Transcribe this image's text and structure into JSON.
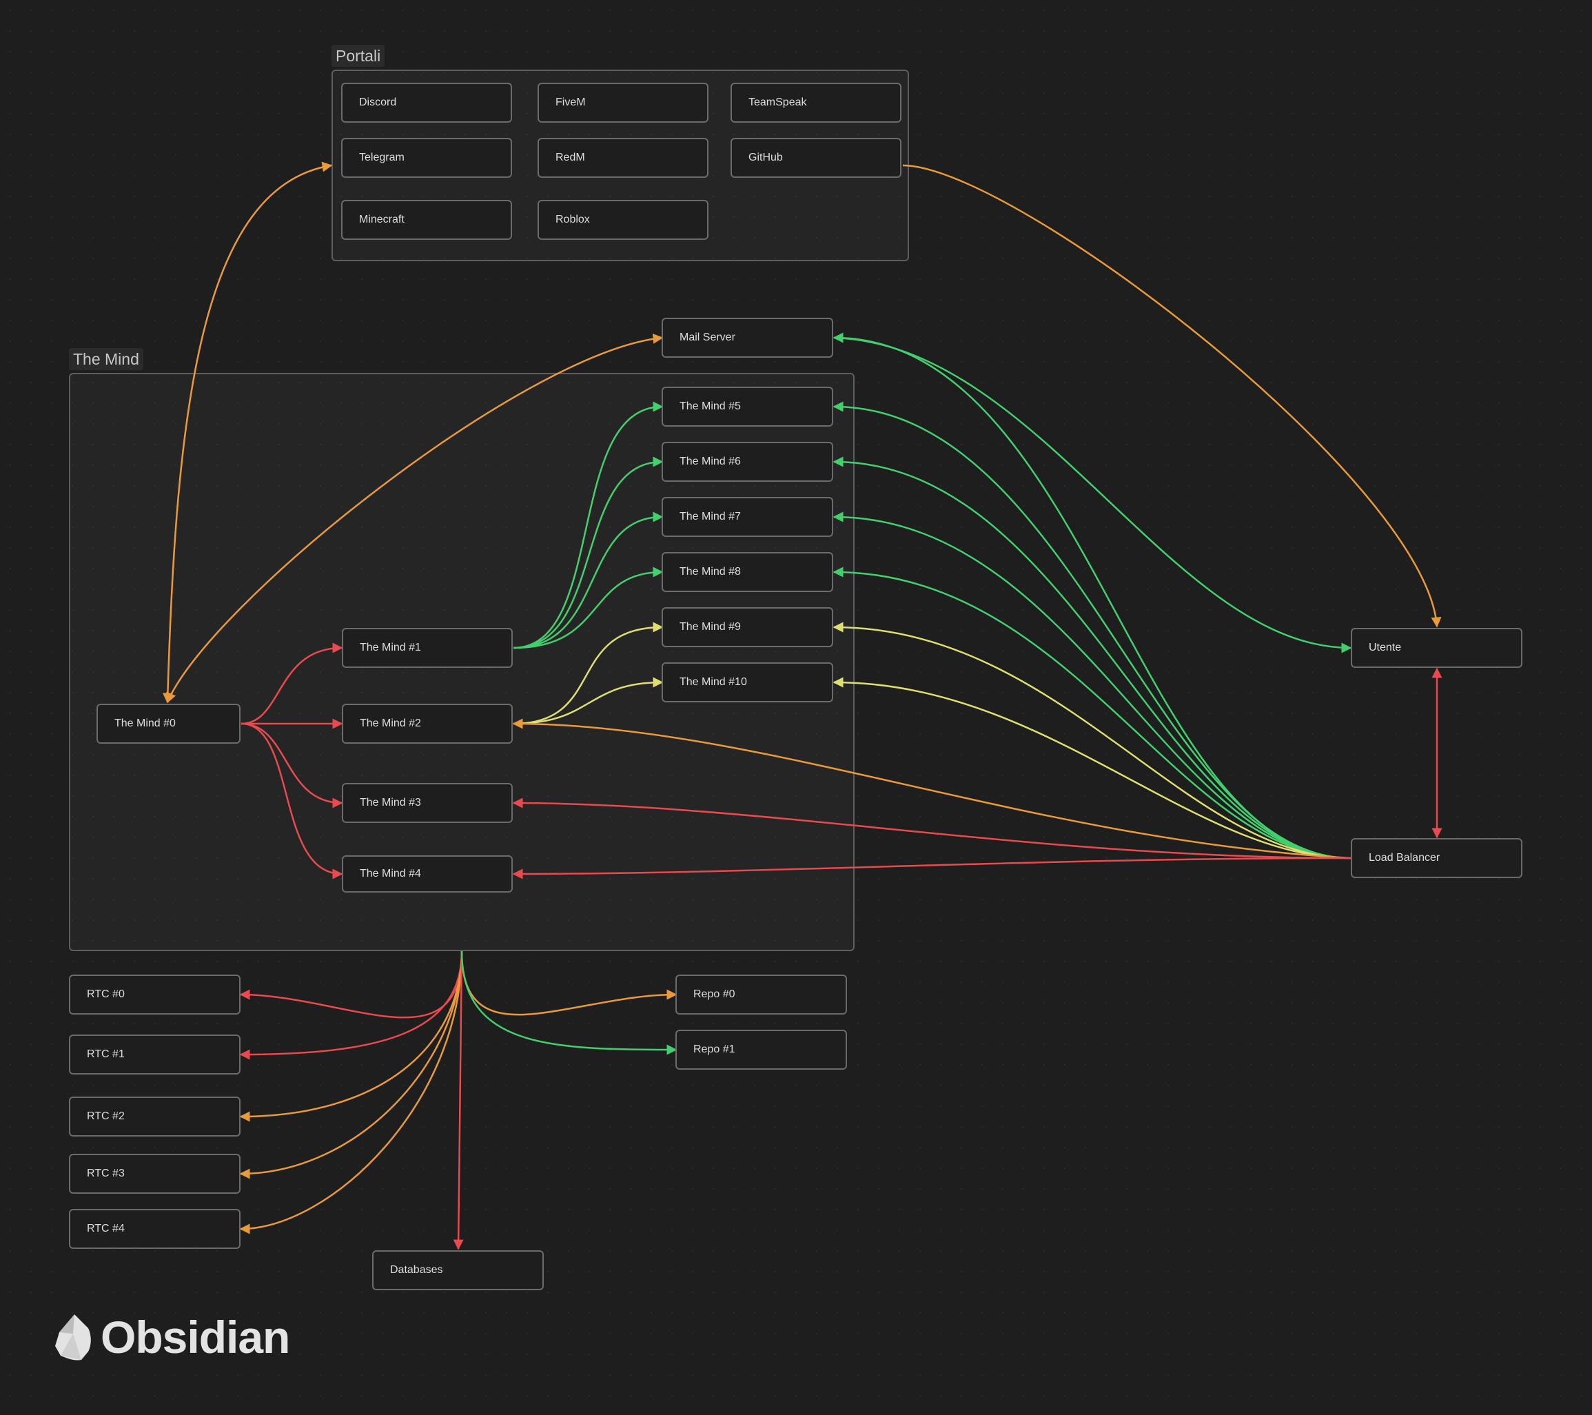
{
  "colors": {
    "background": "#1e1e1e",
    "red": "#e84a4f",
    "orange": "#e99a3a",
    "green": "#44cf6e",
    "yellow": "#e0de71",
    "node_border": "#6b6b6b"
  },
  "groups": {
    "portali": "Portali",
    "the_mind": "The Mind"
  },
  "nodes": {
    "discord": "Discord",
    "fivem": "FiveM",
    "teamspeak": "TeamSpeak",
    "telegram": "Telegram",
    "redm": "RedM",
    "github": "GitHub",
    "minecraft": "Minecraft",
    "roblox": "Roblox",
    "mail_server": "Mail Server",
    "mind0": "The Mind #0",
    "mind1": "The Mind #1",
    "mind2": "The Mind #2",
    "mind3": "The Mind #3",
    "mind4": "The Mind #4",
    "mind5": "The Mind #5",
    "mind6": "The Mind #6",
    "mind7": "The Mind #7",
    "mind8": "The Mind #8",
    "mind9": "The Mind #9",
    "mind10": "The Mind #10",
    "utente": "Utente",
    "load_balancer": "Load Balancer",
    "rtc0": "RTC #0",
    "rtc1": "RTC #1",
    "rtc2": "RTC #2",
    "rtc3": "RTC #3",
    "rtc4": "RTC #4",
    "repo0": "Repo #0",
    "repo1": "Repo #1",
    "databases": "Databases"
  },
  "logo": {
    "icon": "obsidian-gem-icon",
    "text": "Obsidian"
  },
  "edges": [
    {
      "from": "mind0",
      "to": "portali_group",
      "color": "orange",
      "arrows": "both"
    },
    {
      "from": "mind0",
      "to": "mail_server",
      "color": "orange",
      "arrows": "both"
    },
    {
      "from": "github",
      "to": "utente",
      "color": "orange",
      "arrows": "end"
    },
    {
      "from": "mind0",
      "to": "mind1",
      "color": "red",
      "arrows": "end"
    },
    {
      "from": "mind0",
      "to": "mind2",
      "color": "red",
      "arrows": "end"
    },
    {
      "from": "mind0",
      "to": "mind3",
      "color": "red",
      "arrows": "end"
    },
    {
      "from": "mind0",
      "to": "mind4",
      "color": "red",
      "arrows": "end"
    },
    {
      "from": "mind1",
      "to": "mind5",
      "color": "green",
      "arrows": "end"
    },
    {
      "from": "mind1",
      "to": "mind6",
      "color": "green",
      "arrows": "end"
    },
    {
      "from": "mind1",
      "to": "mind7",
      "color": "green",
      "arrows": "end"
    },
    {
      "from": "mind1",
      "to": "mind8",
      "color": "green",
      "arrows": "end"
    },
    {
      "from": "mind2",
      "to": "mind9",
      "color": "yellow",
      "arrows": "end"
    },
    {
      "from": "mind2",
      "to": "mind10",
      "color": "yellow",
      "arrows": "end"
    },
    {
      "from": "load_balancer",
      "to": "mail_server",
      "color": "green",
      "arrows": "end"
    },
    {
      "from": "load_balancer",
      "to": "mind5",
      "color": "green",
      "arrows": "end"
    },
    {
      "from": "load_balancer",
      "to": "mind6",
      "color": "green",
      "arrows": "end"
    },
    {
      "from": "load_balancer",
      "to": "mind7",
      "color": "green",
      "arrows": "end"
    },
    {
      "from": "load_balancer",
      "to": "mind8",
      "color": "green",
      "arrows": "end"
    },
    {
      "from": "load_balancer",
      "to": "mind9",
      "color": "yellow",
      "arrows": "end"
    },
    {
      "from": "load_balancer",
      "to": "mind10",
      "color": "yellow",
      "arrows": "end"
    },
    {
      "from": "load_balancer",
      "to": "mind2",
      "color": "orange",
      "arrows": "end"
    },
    {
      "from": "load_balancer",
      "to": "mind3",
      "color": "red",
      "arrows": "end"
    },
    {
      "from": "load_balancer",
      "to": "mind4",
      "color": "red",
      "arrows": "end"
    },
    {
      "from": "mail_server",
      "to": "utente",
      "color": "green",
      "arrows": "end"
    },
    {
      "from": "utente",
      "to": "load_balancer",
      "color": "red",
      "arrows": "both"
    },
    {
      "from": "the_mind_group",
      "to": "rtc0",
      "color": "red",
      "arrows": "end"
    },
    {
      "from": "the_mind_group",
      "to": "rtc1",
      "color": "red",
      "arrows": "end"
    },
    {
      "from": "the_mind_group",
      "to": "rtc2",
      "color": "orange",
      "arrows": "end"
    },
    {
      "from": "the_mind_group",
      "to": "rtc3",
      "color": "orange",
      "arrows": "end"
    },
    {
      "from": "the_mind_group",
      "to": "rtc4",
      "color": "orange",
      "arrows": "end"
    },
    {
      "from": "the_mind_group",
      "to": "databases",
      "color": "red",
      "arrows": "end"
    },
    {
      "from": "the_mind_group",
      "to": "repo0",
      "color": "orange",
      "arrows": "end"
    },
    {
      "from": "the_mind_group",
      "to": "repo1",
      "color": "green",
      "arrows": "end"
    }
  ]
}
